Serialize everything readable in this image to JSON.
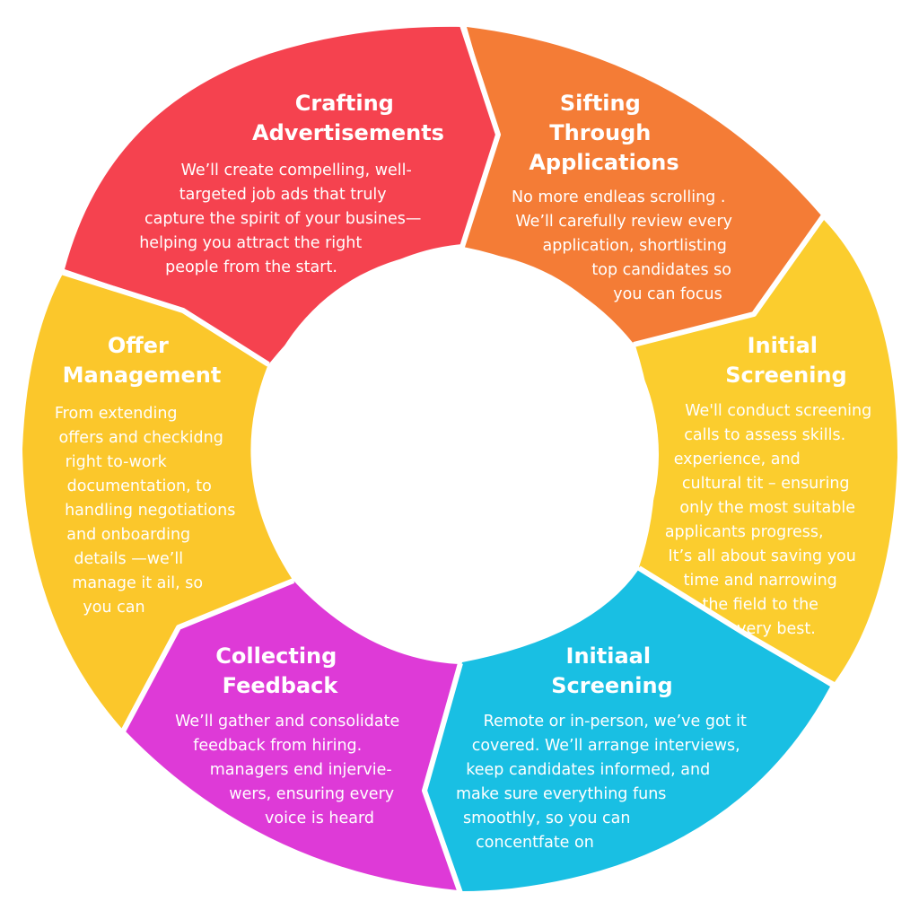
{
  "colors": {
    "background": "#ffffff",
    "crafting": "#f5424f",
    "sifting": "#f47c36",
    "screening": "#fbcd2e",
    "interview": "#19bfe3",
    "feedback": "#de3ad7",
    "offer": "#fbc72b",
    "text": "#ffffff"
  },
  "segments": [
    {
      "id": "crafting",
      "title": [
        "Crafting",
        "Advertisements"
      ],
      "body": [
        "We’ll create compelling, well-",
        "targeted job ads that truly",
        "capture the spirit of your busines—",
        "helping you attract the right",
        "people from the start."
      ]
    },
    {
      "id": "sifting",
      "title": [
        "Sifting",
        "Through",
        "Applications"
      ],
      "body": [
        "No more endleas scrolling .",
        "We’ll carefully review every",
        "application, shortlisting",
        "top candidates so",
        "you can focus"
      ]
    },
    {
      "id": "screening",
      "title": [
        "Initial",
        "Screening"
      ],
      "body": [
        "We'll conduct screening",
        "calls to assess skills.",
        "experience, and",
        "cultural tit – ensuring",
        "only the most suitable",
        "applicants progress,",
        "It’s all about saving you",
        "time and narrowing",
        "the field to the",
        "very best."
      ]
    },
    {
      "id": "interview",
      "title": [
        "Initiaal",
        "Screening"
      ],
      "body": [
        "Remote or in-person, we’ve got it",
        "covered. We’ll arrange interviews,",
        "keep candidates informed, and",
        "make sure everything funs",
        "smoothly, so you can",
        "concentfate on"
      ]
    },
    {
      "id": "feedback",
      "title": [
        "Collecting",
        "Feedback"
      ],
      "body": [
        "We’ll gather and consolidate",
        "feedback from hiring.",
        "managers end injervie-",
        "wers, ensuring every",
        "voice is heard"
      ]
    },
    {
      "id": "offer",
      "title": [
        "Offer",
        "Management"
      ],
      "body": [
        "From extending",
        "offers and checkidng",
        "right to-work",
        "documentation,  to",
        "handling negotiations",
        "and onboarding",
        "details —we’ll",
        "manage it ail, so",
        "you can"
      ]
    }
  ]
}
